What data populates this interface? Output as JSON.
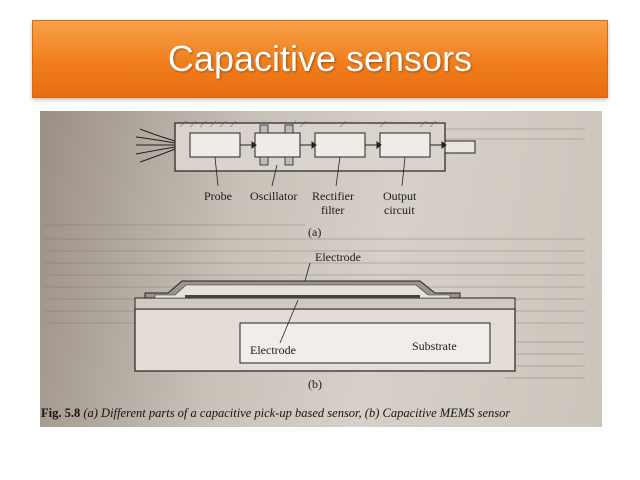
{
  "slide": {
    "title": "Capacitive sensors"
  },
  "figure": {
    "part_a": {
      "blocks": [
        "Probe",
        "Oscillator",
        "Rectifier filter",
        "Output circuit"
      ],
      "labels": {
        "probe": "Probe",
        "oscillator": "Oscillator",
        "rectifier_line1": "Rectifier",
        "rectifier_line2": "filter",
        "output_line1": "Output",
        "output_line2": "circuit"
      },
      "sublabel": "(a)"
    },
    "part_b": {
      "labels": {
        "electrode_top": "Electrode",
        "electrode_bottom": "Electrode",
        "substrate": "Substrate"
      },
      "sublabel": "(b)"
    },
    "caption": {
      "fig_number": "Fig. 5.8",
      "text": "(a) Different parts of a capacitive pick-up based sensor, (b) Capacitive MEMS sensor"
    }
  }
}
